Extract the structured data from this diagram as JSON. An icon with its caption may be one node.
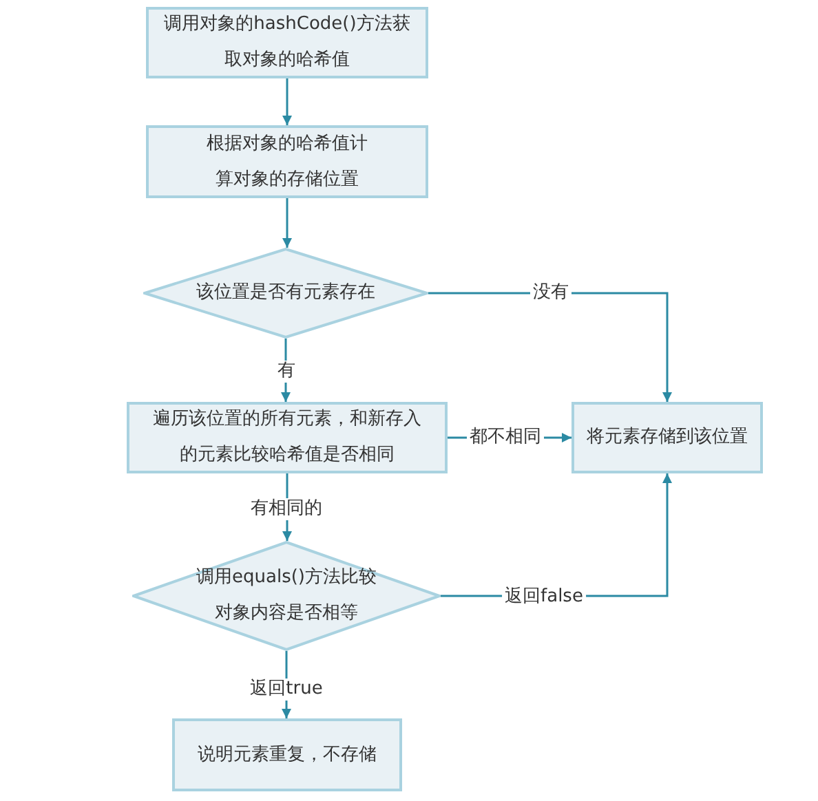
{
  "diagram": {
    "nodes": [
      {
        "text": [
          "调用对象的hashCode()方法获取对象的哈希值"
        ]
      },
      {
        "text": [
          "根据对象的哈希值计算对象的存储位置"
        ]
      },
      {
        "text": [
          "该位置是否有元素存在"
        ]
      },
      {
        "text": [
          "遍历该位置的所有元素，和新存入的元素比较哈希值是否相同"
        ]
      },
      {
        "text": [
          "将元素存储到该位置"
        ]
      },
      {
        "text": [
          "调用equals()方法比较对象内容是否相等"
        ]
      },
      {
        "text": [
          "说明元素重复，不存储"
        ]
      }
    ],
    "edges": [
      {
        "from": 0,
        "to": 1,
        "arrow": "to"
      },
      {
        "from": 1,
        "to": 2,
        "arrow": "to"
      },
      {
        "from": 2,
        "to": 3,
        "label": "有",
        "arrow": "to"
      },
      {
        "from": 2,
        "to": 4,
        "label": "没有",
        "arrow": "to"
      },
      {
        "from": 3,
        "to": 4,
        "label": "都不相同",
        "arrow": "to"
      },
      {
        "from": 3,
        "to": 5,
        "label": "有相同的",
        "arrow": "to"
      },
      {
        "from": 5,
        "to": 4,
        "label": "返回false",
        "arrow": "to"
      },
      {
        "from": 5,
        "to": 6,
        "label": "返回true",
        "arrow": "to"
      }
    ]
  }
}
